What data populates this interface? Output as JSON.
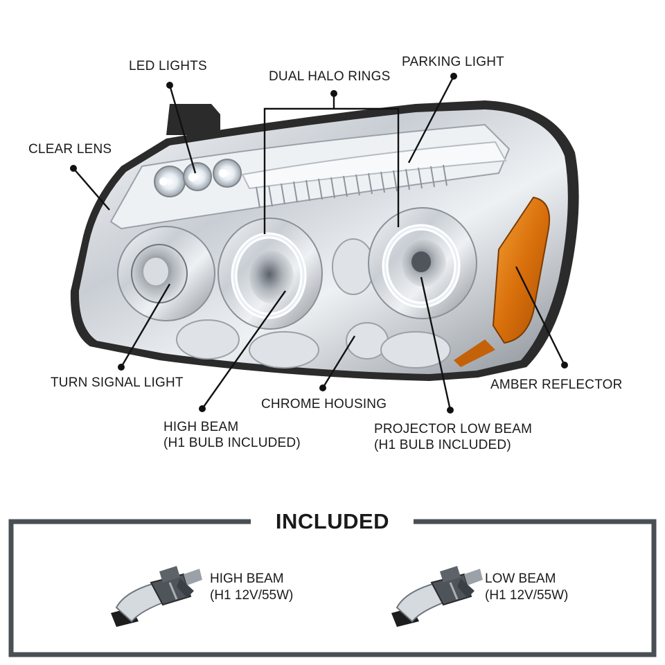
{
  "callouts": {
    "led_lights": "LED LIGHTS",
    "dual_halo_rings": "DUAL HALO RINGS",
    "parking_light": "PARKING LIGHT",
    "clear_lens": "CLEAR LENS",
    "turn_signal_light": "TURN SIGNAL LIGHT",
    "chrome_housing": "CHROME HOUSING",
    "amber_reflector": "AMBER REFLECTOR",
    "high_beam": {
      "line1": "HIGH BEAM",
      "line2": "(H1 BULB INCLUDED)"
    },
    "projector_low_beam": {
      "line1": "PROJECTOR LOW BEAM",
      "line2": "(H1 BULB INCLUDED)"
    }
  },
  "included": {
    "title": "INCLUDED",
    "items": [
      {
        "line1": "HIGH BEAM",
        "line2": "(H1 12V/55W)"
      },
      {
        "line1": "LOW BEAM",
        "line2": "(H1 12V/55W)"
      }
    ]
  },
  "colors": {
    "chrome": "#d7dbe0",
    "chrome_dark": "#6f757c",
    "housing_black": "#2b2b2b",
    "amber": "#e07a10",
    "halo": "#ffffff",
    "frame": "#4a4f54"
  }
}
